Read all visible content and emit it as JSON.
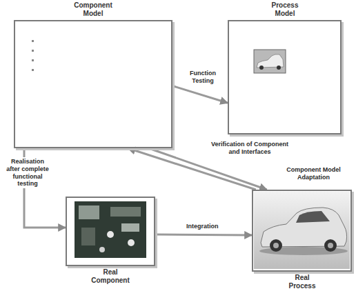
{
  "diagram": {
    "nodes": [
      {
        "text": [
          "Component Model"
        ]
      },
      {
        "text": [
          "Process Model"
        ]
      },
      {
        "text": [
          "Real Component"
        ]
      },
      {
        "text": [
          "Real Process"
        ]
      }
    ],
    "edges": [
      {
        "from": 0,
        "to": 1,
        "arrow": "to",
        "label": "Function Testing"
      },
      {
        "from": 0,
        "to": 2,
        "arrow": "to",
        "label": "Realisation after complete functional testing"
      },
      {
        "from": 2,
        "to": 3,
        "arrow": "to",
        "label": "Integration"
      },
      {
        "from": 0,
        "to": 3,
        "arrow": "to",
        "label": "Verification of Component and Interfaces"
      },
      {
        "from": 3,
        "to": 0,
        "arrow": "to",
        "label": "Component Model Adaptation"
      }
    ]
  }
}
